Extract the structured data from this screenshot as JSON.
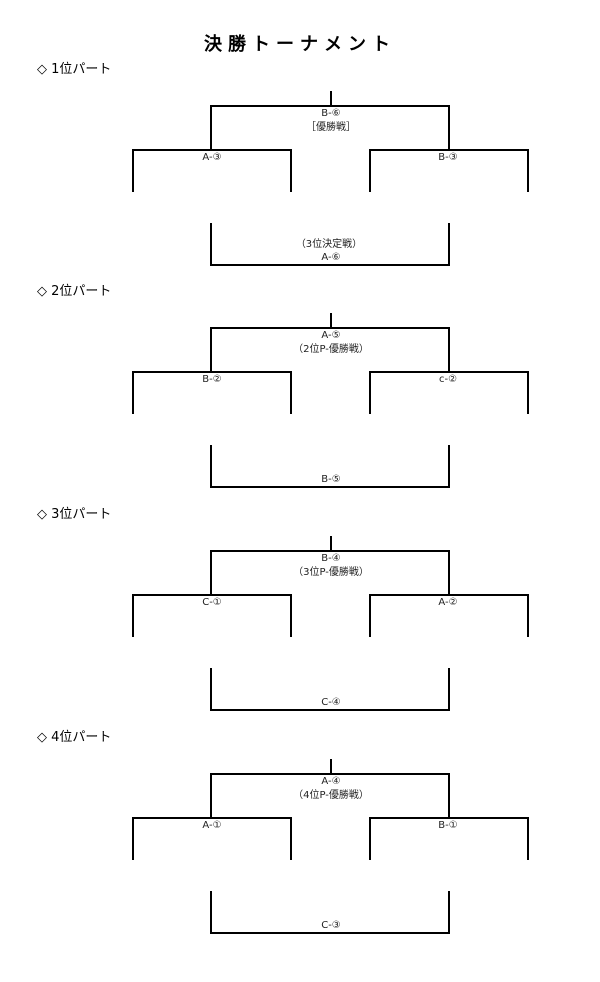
{
  "title": "決勝トーナメント",
  "sections": [
    {
      "label": "◇ 1位パート",
      "final_match": "B-⑥",
      "final_note": "［優勝戦］",
      "semi_left": "A-③",
      "semi_right": "B-③",
      "third_note": "（3位決定戦）",
      "third_match": "A-⑥"
    },
    {
      "label": "◇ 2位パート",
      "final_match": "A-⑤",
      "final_note": "（2位P-優勝戦）",
      "semi_left": "B-②",
      "semi_right": "c-②",
      "third_note": "",
      "third_match": "B-⑤"
    },
    {
      "label": "◇ 3位パート",
      "final_match": "B-④",
      "final_note": "（3位P-優勝戦）",
      "semi_left": "C-①",
      "semi_right": "A-②",
      "third_note": "",
      "third_match": "C-④"
    },
    {
      "label": "◇ 4位パート",
      "final_match": "A-④",
      "final_note": "（4位P-優勝戦）",
      "semi_left": "A-①",
      "semi_right": "B-①",
      "third_note": "",
      "third_match": "C-③"
    }
  ]
}
